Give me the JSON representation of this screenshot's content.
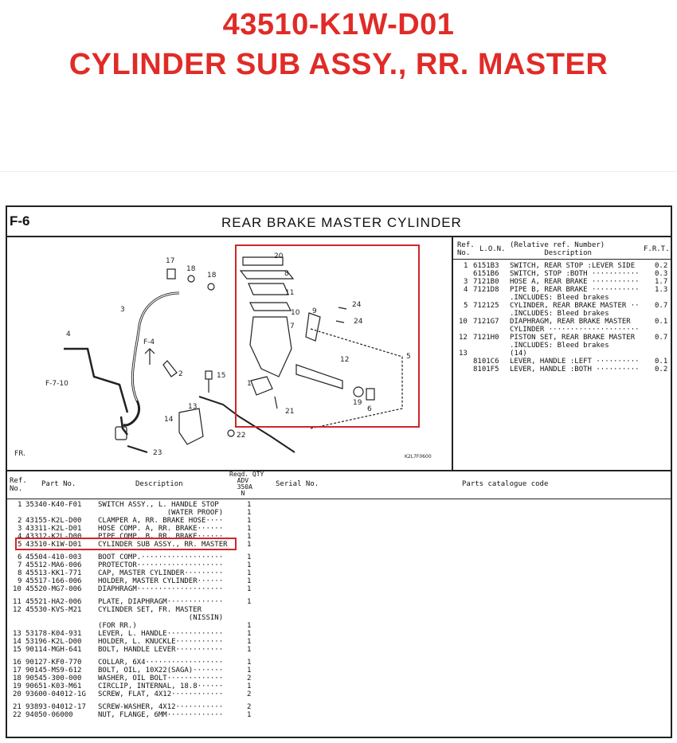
{
  "header": {
    "part_number": "43510-K1W-D01",
    "part_name": "CYLINDER SUB ASSY., RR. MASTER"
  },
  "figure": {
    "code": "F-6",
    "title": "REAR BRAKE MASTER CYLINDER",
    "diagram_code": "K2L7F0600",
    "callouts": [
      "17",
      "18",
      "18",
      "3",
      "4",
      "F-4",
      "2",
      "F-7-10",
      "15",
      "13",
      "14",
      "22",
      "23",
      "FR.",
      "20",
      "8",
      "11",
      "10",
      "9",
      "24",
      "24",
      "7",
      "5",
      "12",
      "1",
      "21",
      "19",
      "6"
    ]
  },
  "ref_table": {
    "headers": {
      "ref": "Ref.\nNo.",
      "lon": "L.O.N.",
      "desc": "(Relative ref. Number)\n        Description",
      "frt": "F.R.T."
    },
    "rows": [
      {
        "ref": "1",
        "lon": "6151B3",
        "desc": "SWITCH, REAR STOP :LEVER SIDE",
        "frt": "0.2"
      },
      {
        "ref": "",
        "lon": "6151B6",
        "desc": "SWITCH, STOP :BOTH ···········",
        "frt": "0.3"
      },
      {
        "ref": "3",
        "lon": "7121B0",
        "desc": "HOSE A, REAR BRAKE ···········",
        "frt": "1.7"
      },
      {
        "ref": "4",
        "lon": "7121D8",
        "desc": "PIPE B, REAR BRAKE ···········\n.INCLUDES: Bleed brakes",
        "frt": "1.3"
      },
      {
        "ref": "5",
        "lon": "712125",
        "desc": "CYLINDER, REAR BRAKE MASTER ··\n.INCLUDES: Bleed brakes",
        "frt": "0.7"
      },
      {
        "ref": "10",
        "lon": "7121G7",
        "desc": "DIAPHRAGM, REAR BRAKE MASTER\nCYLINDER ·····················",
        "frt": "0.1"
      },
      {
        "ref": "12",
        "lon": "7121H0",
        "desc": "PISTON SET, REAR BRAKE MASTER\n.INCLUDES: Bleed brakes",
        "frt": "0.7"
      },
      {
        "ref": "13",
        "lon": "",
        "desc": "(14)",
        "frt": ""
      },
      {
        "ref": "",
        "lon": "8101C6",
        "desc": "LEVER, HANDLE :LEFT ··········",
        "frt": "0.1"
      },
      {
        "ref": "",
        "lon": "8101F5",
        "desc": "LEVER, HANDLE :BOTH ··········",
        "frt": "0.2"
      }
    ]
  },
  "parts_table": {
    "headers": {
      "ref": "Ref.\nNo.",
      "part": "Part No.",
      "desc": "Description",
      "qty": "Reqd. QTY\n  ADV\n  350A\n   N",
      "serial": "Serial No.",
      "catalog": "Parts catalogue code"
    },
    "rows": [
      {
        "ref": "1",
        "part": "35340-K40-F01",
        "desc": "SWITCH ASSY., L. HANDLE STOP",
        "qty": "1"
      },
      {
        "ref": "",
        "part": "",
        "desc": "                (WATER PROOF)",
        "qty": "1"
      },
      {
        "ref": "2",
        "part": "43155-K2L-D00",
        "desc": "CLAMPER A, RR. BRAKE HOSE····",
        "qty": "1"
      },
      {
        "ref": "3",
        "part": "43311-K2L-D01",
        "desc": "HOSE COMP. A, RR. BRAKE······",
        "qty": "1"
      },
      {
        "ref": "4",
        "part": "43312-K2L-D00",
        "desc": "PIPE COMP. B, RR. BRAKE······",
        "qty": "1"
      },
      {
        "ref": "5",
        "part": "43510-K1W-D01",
        "desc": "CYLINDER SUB ASSY., RR. MASTER",
        "qty": "1"
      },
      {
        "ref": "6",
        "part": "45504-410-003",
        "desc": "BOOT COMP.···················",
        "qty": "1"
      },
      {
        "ref": "7",
        "part": "45512-MA6-006",
        "desc": "PROTECTOR····················",
        "qty": "1"
      },
      {
        "ref": "8",
        "part": "45513-KK1-771",
        "desc": "CAP, MASTER CYLINDER·········",
        "qty": "1"
      },
      {
        "ref": "9",
        "part": "45517-166-006",
        "desc": "HOLDER, MASTER CYLINDER······",
        "qty": "1"
      },
      {
        "ref": "10",
        "part": "45520-MG7-006",
        "desc": "DIAPHRAGM····················",
        "qty": "1"
      },
      {
        "ref": "11",
        "part": "45521-HA2-006",
        "desc": "PLATE, DIAPHRAGM·············",
        "qty": "1"
      },
      {
        "ref": "12",
        "part": "45530-KVS-M21",
        "desc": "CYLINDER SET, FR. MASTER",
        "qty": ""
      },
      {
        "ref": "",
        "part": "",
        "desc": "                     (NISSIN)",
        "qty": ""
      },
      {
        "ref": "",
        "part": "",
        "desc": "(FOR RR.)",
        "qty": "1"
      },
      {
        "ref": "13",
        "part": "53178-K04-931",
        "desc": "LEVER, L. HANDLE·············",
        "qty": "1"
      },
      {
        "ref": "14",
        "part": "53196-K2L-D00",
        "desc": "HOLDER, L. KNUCKLE···········",
        "qty": "1"
      },
      {
        "ref": "15",
        "part": "90114-MGH-641",
        "desc": "BOLT, HANDLE LEVER···········",
        "qty": "1"
      },
      {
        "ref": "16",
        "part": "90127-KF0-770",
        "desc": "COLLAR, 6X4··················",
        "qty": "1"
      },
      {
        "ref": "17",
        "part": "90145-MS9-612",
        "desc": "BOLT, OIL, 10X22(SAGA)·······",
        "qty": "1"
      },
      {
        "ref": "18",
        "part": "90545-300-000",
        "desc": "WASHER, OIL BOLT·············",
        "qty": "2"
      },
      {
        "ref": "19",
        "part": "90651-K03-M61",
        "desc": "CIRCLIP, INTERNAL, 18.8······",
        "qty": "1"
      },
      {
        "ref": "20",
        "part": "93600-04012-1G",
        "desc": "SCREW, FLAT, 4X12············",
        "qty": "2"
      },
      {
        "ref": "21",
        "part": "93893-04012-17",
        "desc": "SCREW-WASHER, 4X12···········",
        "qty": "2"
      },
      {
        "ref": "22",
        "part": "94050-06000",
        "desc": "NUT, FLANGE, 6MM·············",
        "qty": "1"
      }
    ]
  },
  "colors": {
    "accent_red": "#e02b27"
  }
}
